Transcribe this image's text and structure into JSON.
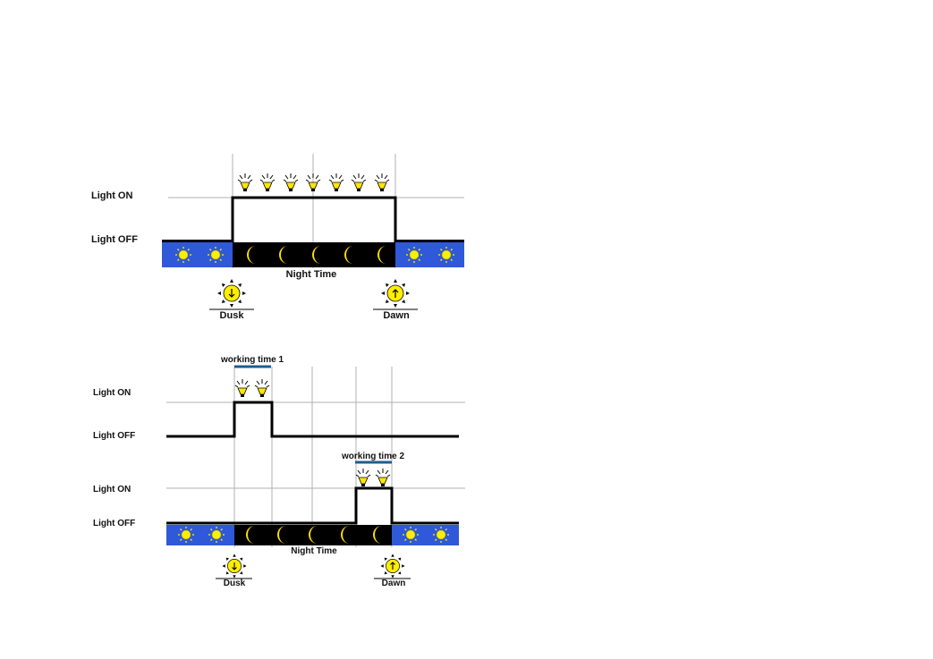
{
  "diagram1": {
    "light_on_label": "Light ON",
    "light_off_label": "Light OFF",
    "night_label": "Night Time",
    "dusk_label": "Dusk",
    "dawn_label": "Dawn"
  },
  "diagram2": {
    "light_on_label_1": "Light ON",
    "light_off_label_1": "Light OFF",
    "light_on_label_2": "Light ON",
    "light_off_label_2": "Light OFF",
    "working_time_1": "working time 1",
    "working_time_2": "working time 2",
    "night_label": "Night Time",
    "dusk_label": "Dusk",
    "dawn_label": "Dawn"
  },
  "colors": {
    "day": "#2f59d8",
    "night": "#000000",
    "sun": "#ffee00",
    "moon": "#ffdd00",
    "bracket": "#1f5c8c"
  },
  "icons": [
    "lightbulb-icon",
    "sun-icon",
    "moon-icon",
    "sunset-icon",
    "sunrise-icon"
  ]
}
